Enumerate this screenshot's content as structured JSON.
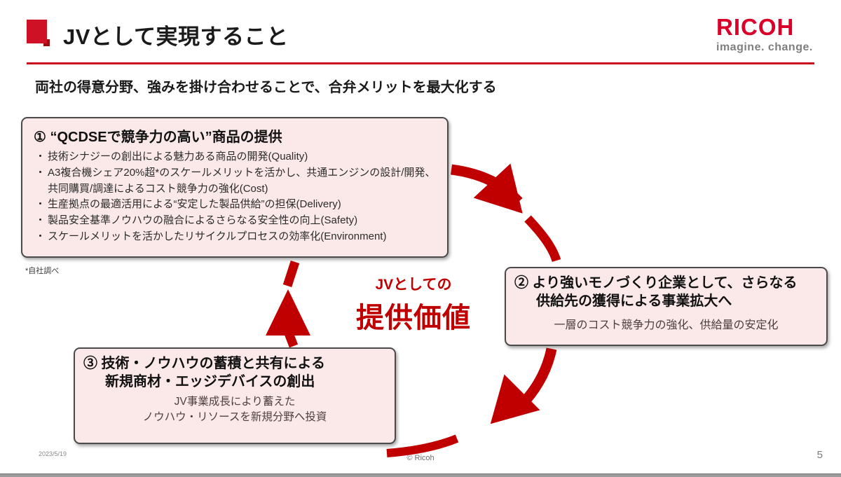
{
  "slide": {
    "title": "JVとして実現すること",
    "subtitle": "両社の得意分野、強みを掛け合わせることで、合弁メリットを最大化する",
    "logo": {
      "brand": "RICOH",
      "tagline": "imagine. change."
    },
    "box1": {
      "heading": "① “QCDSEで競争力の高い”商品の提供",
      "bullets": [
        "技術シナジーの創出による魅力ある商品の開発(Quality)",
        "A3複合機シェア20%超*のスケールメリットを活かし、共通エンジンの設計/開発、共同購買/調達によるコスト競争力の強化(Cost)",
        "生産拠点の最適活用による“安定した製品供給”の担保(Delivery)",
        "製品安全基準ノウハウの融合によるさらなる安全性の向上(Safety)",
        "スケールメリットを活かしたリサイクルプロセスの効率化(Environment)"
      ]
    },
    "footnote": "*自社調べ",
    "center_value": {
      "line1": "JVとしての",
      "line2": "提供価値"
    },
    "box2": {
      "heading_line1": "② より強いモノづくり企業として、さらなる",
      "heading_line2": "供給先の獲得による事業拡大へ",
      "subtext": "一層のコスト競争力の強化、供給量の安定化"
    },
    "box3": {
      "heading_line1": "③ 技術・ノウハウの蓄積と共有による",
      "heading_line2": "新規商材・エッジデバイスの創出",
      "subtext_line1": "JV事業成長により蓄えた",
      "subtext_line2": "ノウハウ・リソースを新規分野へ投資"
    },
    "footer": {
      "date": "2023/5/19",
      "copyright": "© Ricoh",
      "page": "5"
    },
    "icons": {
      "title_marker": "red-square-bullet",
      "cycle_arrows": "circular-cycle-arrows"
    },
    "colors": {
      "accent_red": "#c00000",
      "ricoh_red": "#da0029",
      "rule_red": "#cc0a1e",
      "box_background": "#fbe9e9",
      "box_border": "#4a4a4a"
    }
  }
}
